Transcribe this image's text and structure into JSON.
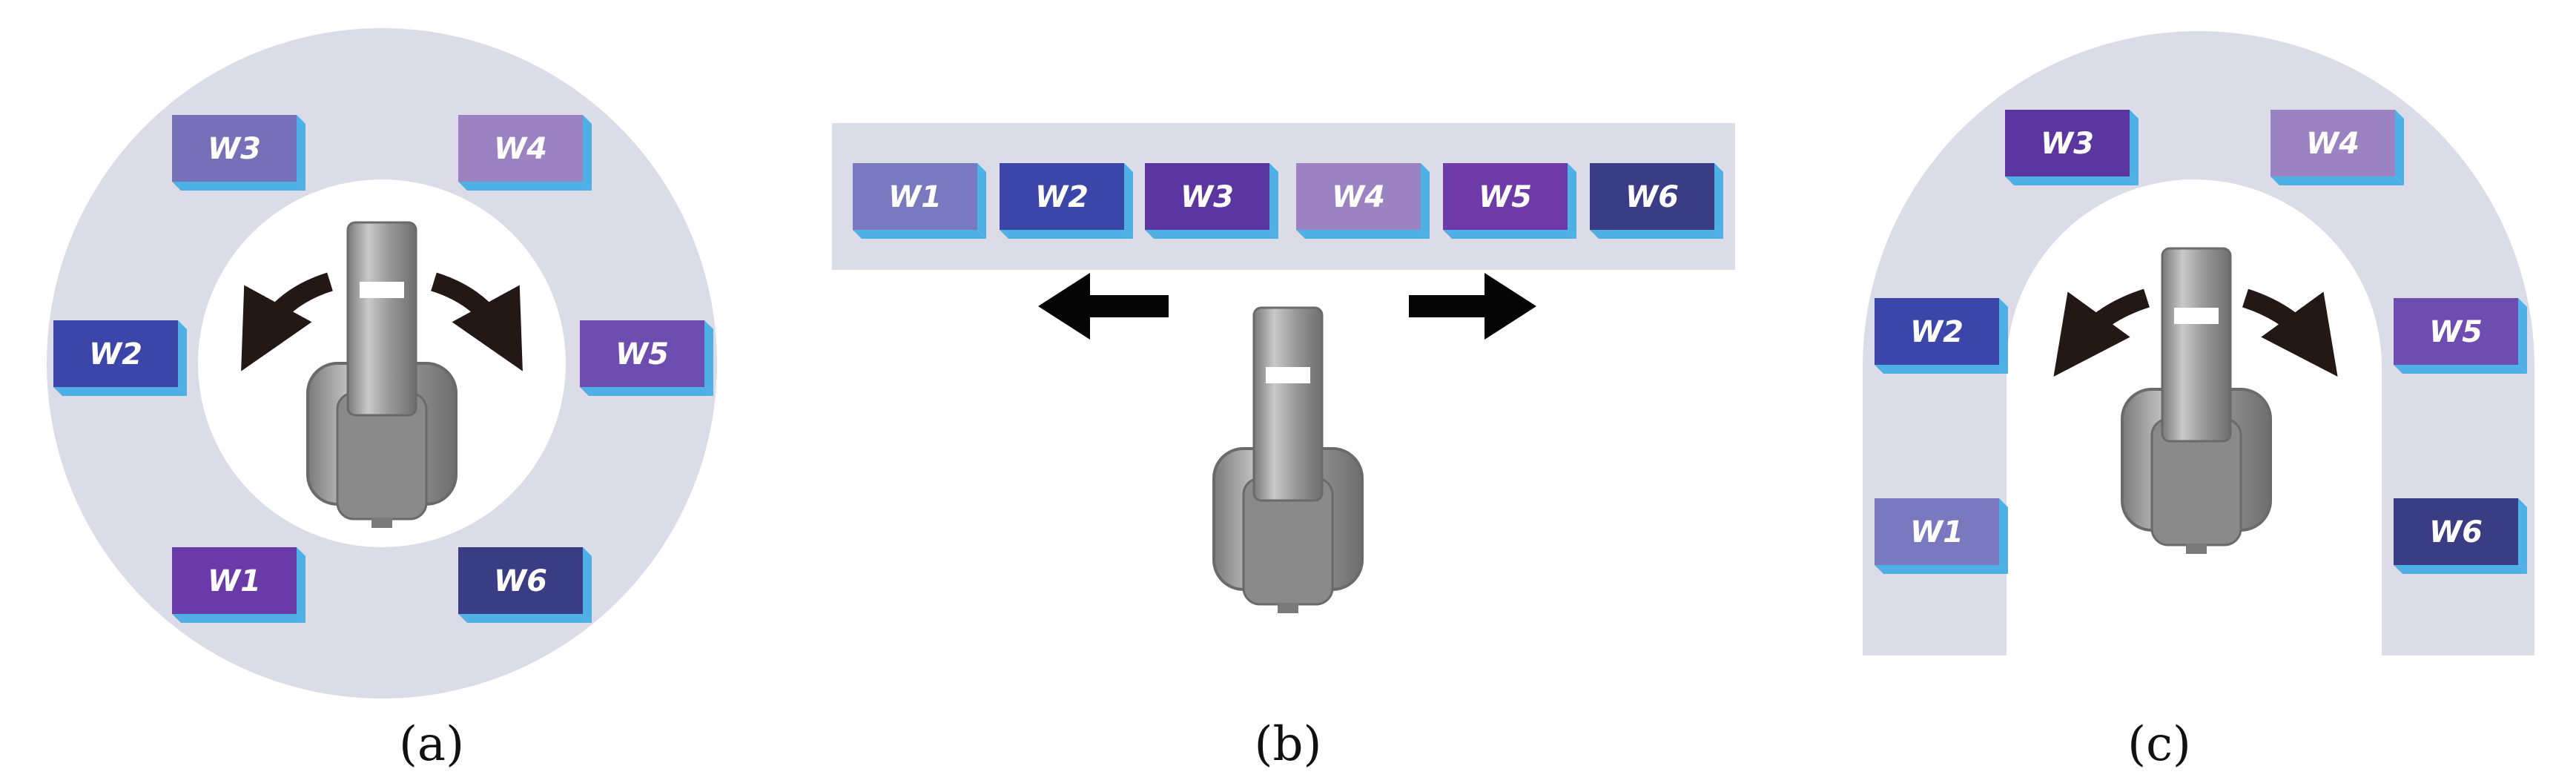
{
  "colors": {
    "area": "#dcdce8",
    "background": "#ffffff",
    "arrow": "#050505",
    "curved_arrow": "#231815",
    "robot": "#8c8c8c",
    "edge_light": "#4fb0e6"
  },
  "panels": [
    {
      "id": "a",
      "label": "(a)",
      "layout": "ring",
      "workstations": [
        {
          "label": "W1",
          "color": "#6a3aa8"
        },
        {
          "label": "W2",
          "color": "#3c46a8"
        },
        {
          "label": "W3",
          "color": "#7770b8"
        },
        {
          "label": "W4",
          "color": "#9b82c0"
        },
        {
          "label": "W5",
          "color": "#6d4eb0"
        },
        {
          "label": "W6",
          "color": "#3b3d84"
        }
      ],
      "motion": "rotate"
    },
    {
      "id": "b",
      "label": "(b)",
      "layout": "linear",
      "workstations": [
        {
          "label": "W1",
          "color": "#7a78bf"
        },
        {
          "label": "W2",
          "color": "#3c46a8"
        },
        {
          "label": "W3",
          "color": "#5b36a0"
        },
        {
          "label": "W4",
          "color": "#9b82c0"
        },
        {
          "label": "W5",
          "color": "#6d3aa8"
        },
        {
          "label": "W6",
          "color": "#3b3d84"
        }
      ],
      "motion": "translate"
    },
    {
      "id": "c",
      "label": "(c)",
      "layout": "u-shape",
      "workstations": [
        {
          "label": "W1",
          "color": "#7a78bf"
        },
        {
          "label": "W2",
          "color": "#3c46a8"
        },
        {
          "label": "W3",
          "color": "#5b36a0"
        },
        {
          "label": "W4",
          "color": "#9b82c0"
        },
        {
          "label": "W5",
          "color": "#6d4eb0"
        },
        {
          "label": "W6",
          "color": "#3b3d84"
        }
      ],
      "motion": "rotate"
    }
  ]
}
